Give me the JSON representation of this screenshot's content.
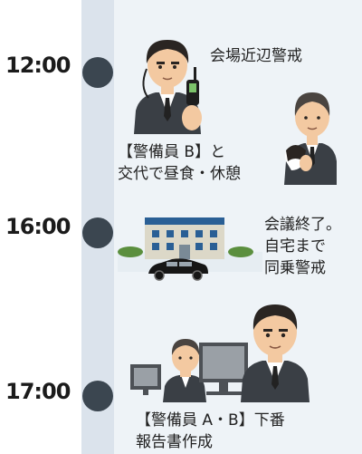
{
  "timeline": [
    {
      "time": "12:00"
    },
    {
      "time": "16:00"
    },
    {
      "time": "17:00"
    }
  ],
  "events": {
    "e1_caption": "会場近辺警戒",
    "e2_line1": "【警備員 B】と",
    "e2_line2": "交代で昼食・休憩",
    "e3_line1": "会議終了。",
    "e3_line2": "自宅まで",
    "e3_line3": "同乗警戒",
    "e4_line1": "【警備員 A・B】下番",
    "e4_line2": "報告書作成"
  },
  "colors": {
    "band": "#dbe3ec",
    "panel": "#eef3f7",
    "dot": "#3b4650",
    "suit": "#3a3f45",
    "skin": "#f3c9a1",
    "hair": "#2a2522"
  }
}
